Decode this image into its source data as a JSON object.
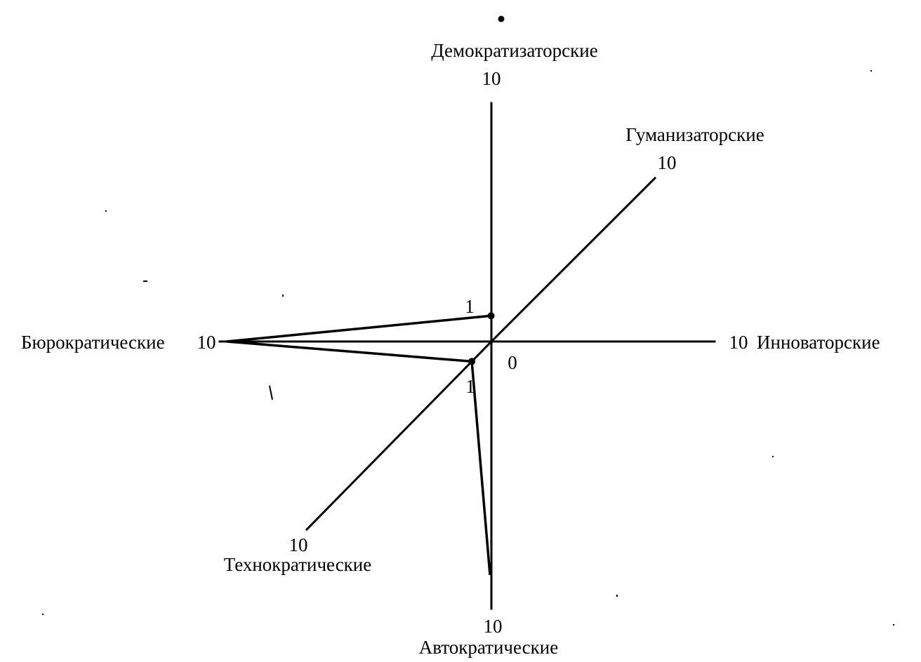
{
  "diagram": {
    "center_label": "0",
    "axes": [
      {
        "id": "democratic",
        "name": "Демократизаторские",
        "max_label": "10",
        "max": 10
      },
      {
        "id": "humanist",
        "name": "Гуманизаторские",
        "max_label": "10",
        "max": 10
      },
      {
        "id": "innovative",
        "name": "Инноваторские",
        "max_label": "10",
        "max": 10
      },
      {
        "id": "autocratic",
        "name": "Автократические",
        "max_label": "10",
        "max": 10
      },
      {
        "id": "technocratic",
        "name": "Технократические",
        "max_label": "10",
        "max": 10
      },
      {
        "id": "bureaucratic",
        "name": "Бюрократические",
        "max_label": "10",
        "max": 10
      }
    ],
    "profile": [
      {
        "axis": "democratic",
        "value": 1,
        "label": "1"
      },
      {
        "axis": "bureaucratic",
        "value": 10
      },
      {
        "axis": "technocratic",
        "value": 1,
        "label": "1"
      },
      {
        "axis": "autocratic",
        "value": 10
      }
    ],
    "colors": {
      "ink": "#000000",
      "background": "#ffffff"
    }
  }
}
